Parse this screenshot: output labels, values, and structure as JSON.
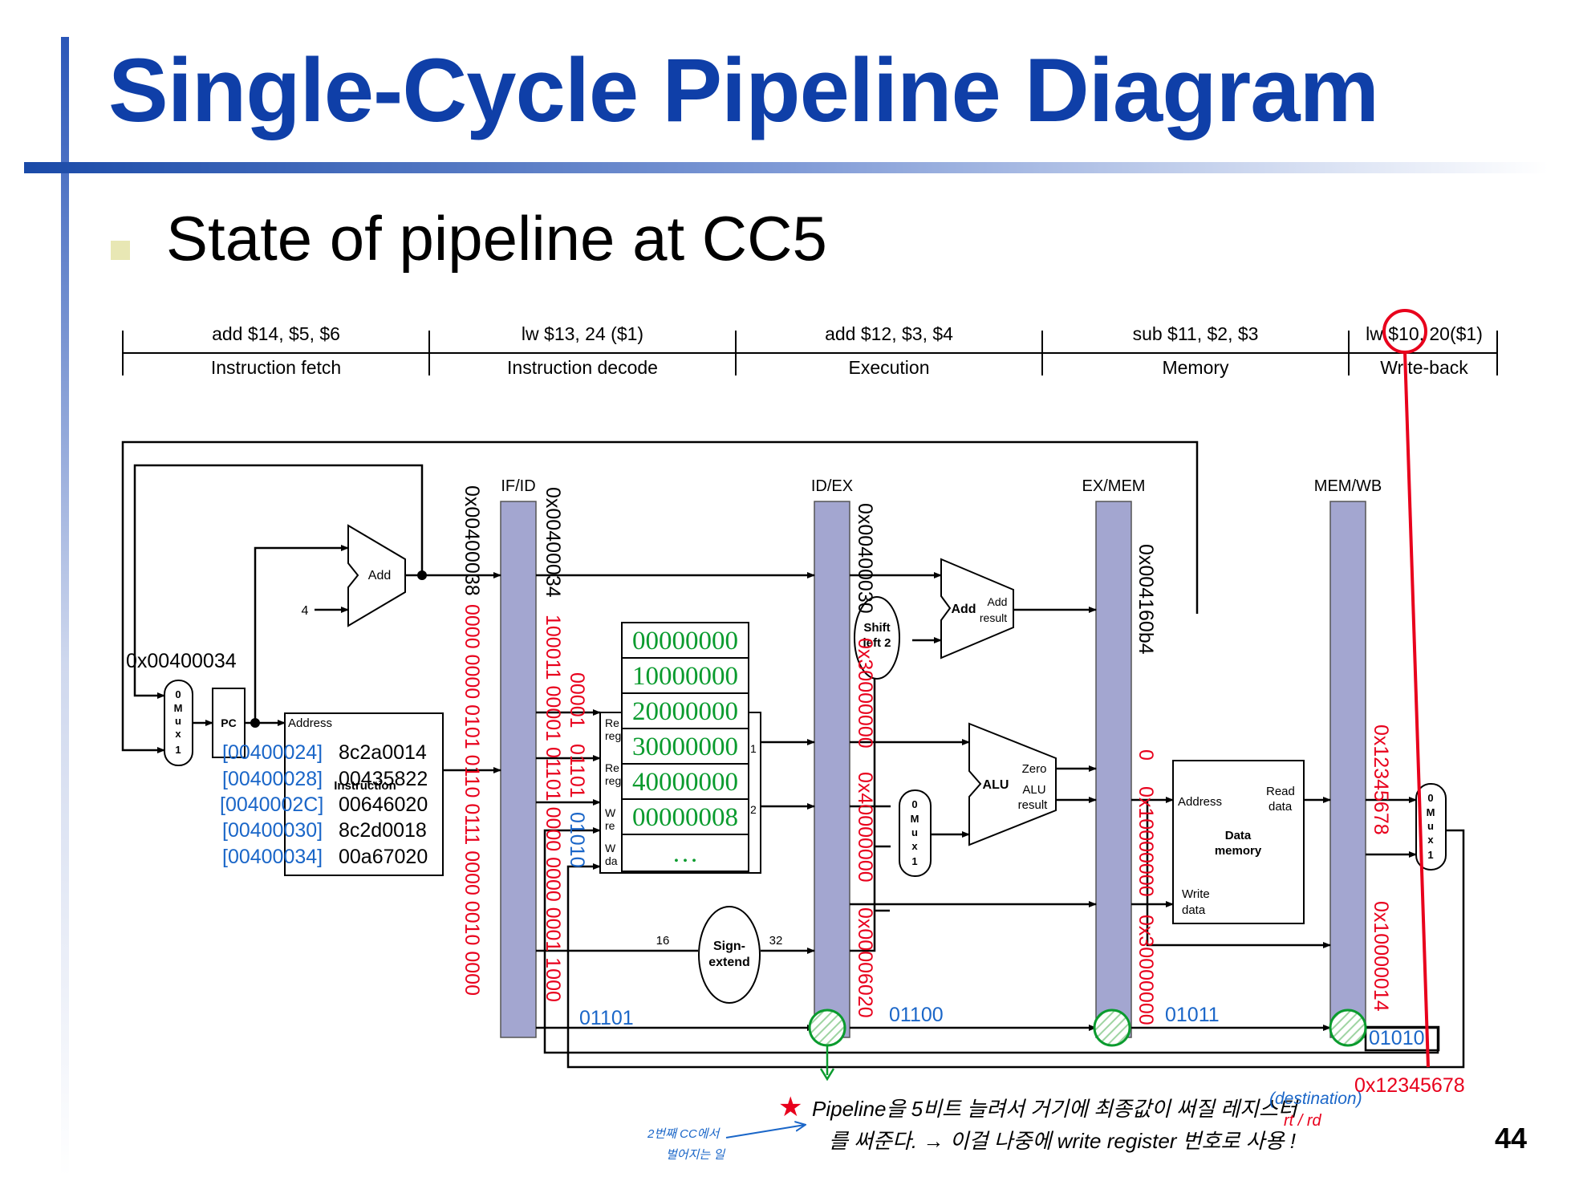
{
  "title": "Single-Cycle Pipeline Diagram",
  "subtitle": "State of pipeline at CC5",
  "page_number": "44",
  "stages": [
    {
      "instr": "add $14, $5, $6",
      "name": "Instruction fetch"
    },
    {
      "instr": "lw $13, 24 ($1)",
      "name": "Instruction decode"
    },
    {
      "instr": "add $12, $3, $4",
      "name": "Execution"
    },
    {
      "instr": "sub $11, $2, $3",
      "name": "Memory"
    },
    {
      "instr": "lw $10, 20($1)",
      "name": "Write-back"
    }
  ],
  "registers": {
    "ifid": "IF/ID",
    "idex": "ID/EX",
    "exmem": "EX/MEM",
    "memwb": "MEM/WB"
  },
  "components": {
    "add": "Add",
    "four": "4",
    "pc": "PC",
    "address": "Address",
    "instruction": "Instruction",
    "mux_m": "M",
    "mux_u": "u",
    "mux_x": "x",
    "mux0": "0",
    "mux1": "1",
    "shift1": "Shift",
    "shift2": "left 2",
    "add_result1": "Add",
    "add_result2": "result",
    "alu": "ALU",
    "zero": "Zero",
    "alu_result1": "ALU",
    "alu_result2": "result",
    "dm_address": "Address",
    "read_data1": "Read",
    "read_data2": "data",
    "data_memory1": "Data",
    "data_memory2": "memory",
    "write_data1": "Write",
    "write_data2": "data",
    "sign1": "Sign-",
    "sign2": "extend",
    "sixteen": "16",
    "thirtytwo": "32",
    "rf_re1": "Re",
    "rf_reg1": "reg",
    "rf_re2": "Re",
    "rf_reg2": "reg",
    "rf_wr1": "W",
    "rf_reg3": "re",
    "rf_wr2": "W",
    "rf_da": "da",
    "rf_d1": "1",
    "rf_d2": "2"
  },
  "pc_value": "0x00400034",
  "imem": [
    {
      "addr": "[00400024]",
      "val": "8c2a0014"
    },
    {
      "addr": "[00400028]",
      "val": "00435822"
    },
    {
      "addr": "[0040002C]",
      "val": "00646020"
    },
    {
      "addr": "[00400030]",
      "val": "8c2d0018"
    },
    {
      "addr": "[00400034]",
      "val": "00a67020"
    }
  ],
  "regfile": [
    "00000000",
    "10000000",
    "20000000",
    "30000000",
    "40000000",
    "00000008",
    "…"
  ],
  "vertical_labels": {
    "ifid_pc4": "0x00400038",
    "ifid_instr_bits": "0000 0000 0101 0110 0111 0000 0010 0000",
    "idex_pc": "0x00400034",
    "idex_instr_bits": "100011 00001 01101 0000 0000 0001 1000",
    "rs_bits": "00001",
    "rt_bits": "01101",
    "rd_bits": "01010",
    "idex_v1": "0x00400030",
    "idex_v2": "0x30000000",
    "idex_v3": "0x40000000",
    "idex_v4": "0x00006020",
    "exmem_addr": "0x004160b4",
    "exmem_v1": "0",
    "exmem_v2": "0x10000000",
    "exmem_v3": "0x30000000",
    "memwb_v1": "0x12345678",
    "memwb_v2": "0x10000014"
  },
  "dest_regs": {
    "idex": "01101",
    "exmem": "01100",
    "memwb": "01011",
    "wb": "01010"
  },
  "wb_value": "0x12345678",
  "annotations": {
    "line1": "Pipeline을 5비트 늘려서 거기에 최종값이 써질 레지스터",
    "dest": "(destination)",
    "rtrd": "rt / rd",
    "line2": "를 써준다. → 이걸 나중에 write register 번호로 사용 !",
    "side1": "2번째 CC에서",
    "side2": "벌어지는 일",
    "star": "★"
  },
  "colors": {
    "title": "#0f3fa8",
    "red": "#e8001c",
    "blue": "#1a66c8",
    "green": "#0a9b2e",
    "reg": "#a3a6d0"
  }
}
